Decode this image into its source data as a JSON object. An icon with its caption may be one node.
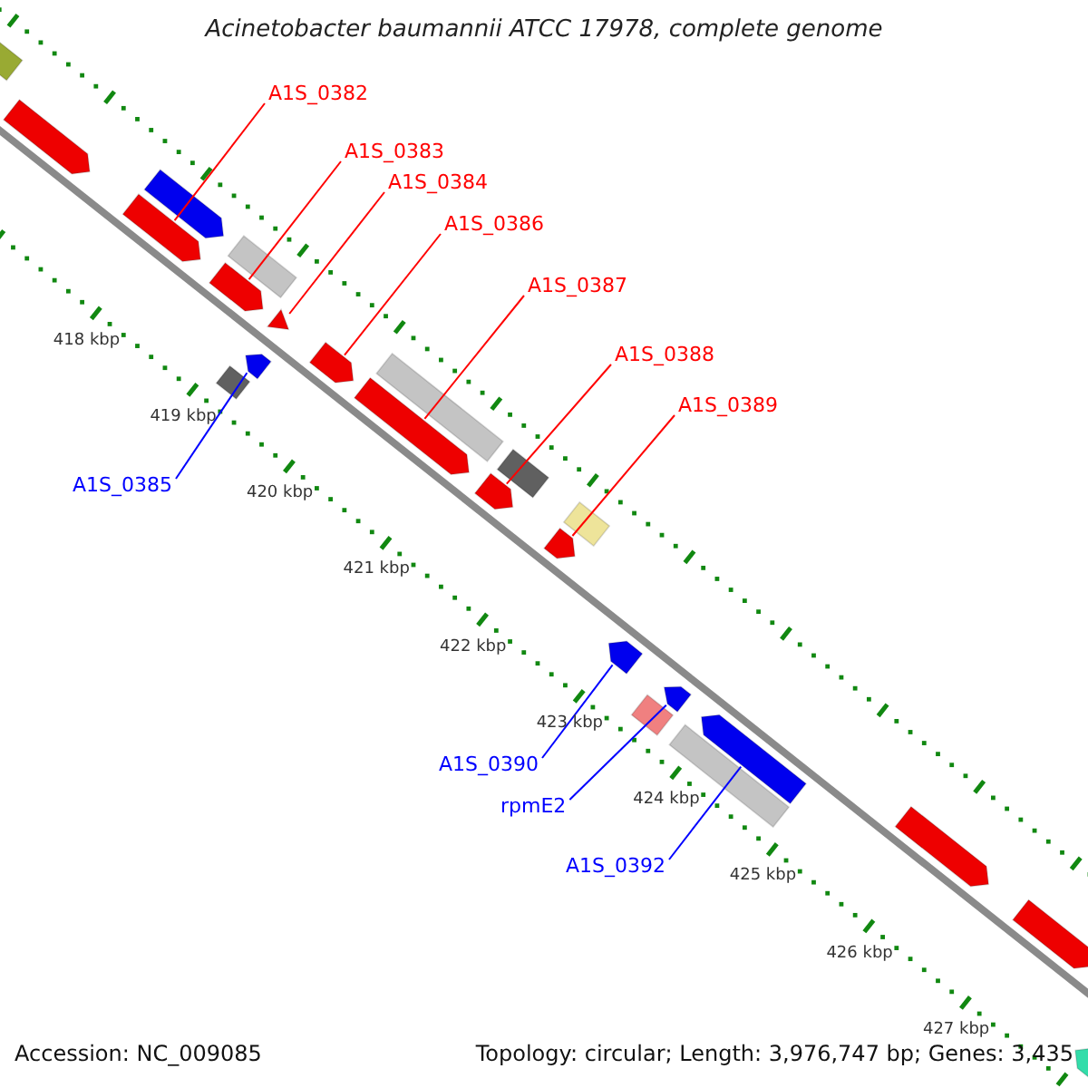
{
  "diagram": {
    "title": "Acinetobacter baumannii ATCC 17978, complete genome",
    "nodes": [
      {
        "text": [],
        "shape": "box"
      },
      {
        "text": [],
        "shape": "arrow"
      },
      {
        "text": [],
        "shape": "arrow"
      },
      {
        "text": [],
        "shape": "arrow"
      },
      {
        "text": [],
        "shape": "box"
      },
      {
        "text": [],
        "shape": "arrow"
      },
      {
        "text": [],
        "shape": "triangle"
      },
      {
        "text": [],
        "shape": "arrow"
      },
      {
        "text": [],
        "shape": "arrow"
      },
      {
        "text": [],
        "shape": "box"
      },
      {
        "text": [],
        "shape": "box"
      },
      {
        "text": [],
        "shape": "arrow"
      },
      {
        "text": [],
        "shape": "box"
      },
      {
        "text": [],
        "shape": "arrow"
      },
      {
        "text": [],
        "shape": "box"
      },
      {
        "text": [],
        "shape": "arrow"
      },
      {
        "text": [],
        "shape": "arrow"
      },
      {
        "text": [],
        "shape": "arrow"
      },
      {
        "text": [],
        "shape": "box"
      },
      {
        "text": [],
        "shape": "arrow"
      },
      {
        "text": [],
        "shape": "box"
      },
      {
        "text": [],
        "shape": "arrow"
      },
      {
        "text": [],
        "shape": "arrow"
      },
      {
        "text": [],
        "shape": "arrow"
      },
      {
        "text": [
          "A1S_0382"
        ]
      },
      {
        "text": [
          "A1S_0383"
        ]
      },
      {
        "text": [
          "A1S_0384"
        ]
      },
      {
        "text": [
          "A1S_0386"
        ]
      },
      {
        "text": [
          "A1S_0387"
        ]
      },
      {
        "text": [
          "A1S_0388"
        ]
      },
      {
        "text": [
          "A1S_0389"
        ]
      },
      {
        "text": [
          "A1S_0385"
        ]
      },
      {
        "text": [
          "A1S_0390"
        ]
      },
      {
        "text": [
          "rpmE2"
        ]
      },
      {
        "text": [
          "A1S_0392"
        ]
      }
    ],
    "edges": [
      {
        "from": 24,
        "to": 3,
        "arrow": "none"
      },
      {
        "from": 25,
        "to": 5,
        "arrow": "none"
      },
      {
        "from": 26,
        "to": 6,
        "arrow": "none"
      },
      {
        "from": 27,
        "to": 7,
        "arrow": "none"
      },
      {
        "from": 28,
        "to": 11,
        "arrow": "none"
      },
      {
        "from": 29,
        "to": 13,
        "arrow": "none"
      },
      {
        "from": 30,
        "to": 15,
        "arrow": "none"
      },
      {
        "from": 31,
        "to": 8,
        "arrow": "none",
        "color": "#0000ff"
      },
      {
        "from": 32,
        "to": 16,
        "arrow": "none",
        "color": "#0000ff"
      },
      {
        "from": 33,
        "to": 17,
        "arrow": "none",
        "color": "#0000ff"
      },
      {
        "from": 34,
        "to": 19,
        "arrow": "none",
        "color": "#0000ff"
      }
    ],
    "labels": [
      "418 kbp",
      "419 kbp",
      "420 kbp",
      "421 kbp",
      "422 kbp",
      "423 kbp",
      "424 kbp",
      "425 kbp",
      "426 kbp",
      "427 kbp",
      "Accession: NC_009085",
      "Topology: circular; Length: 3,976,747 bp; Genes: 3,435"
    ]
  }
}
